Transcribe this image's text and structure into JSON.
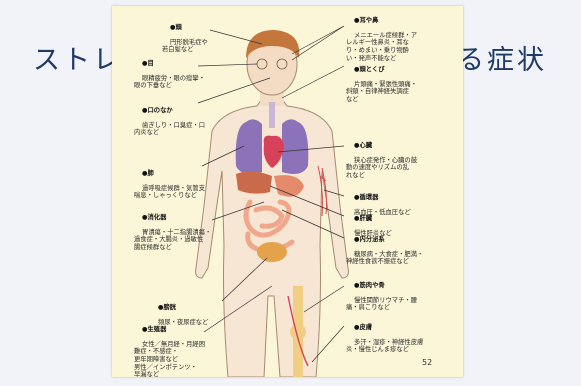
{
  "slide": {
    "title_left": "ストレ",
    "title_right": "る症状",
    "page_number": "52"
  },
  "labels": {
    "head": {
      "title": "●頭",
      "lines": "円形脱毛症や\n若白髪など"
    },
    "eyes": {
      "title": "●目",
      "lines": "眼精疲労・眼の痙攣・\n眼の下垂など"
    },
    "mouth": {
      "title": "●口のなか",
      "lines": "歯ぎしり・口臭症・口\n内炎など"
    },
    "lungs": {
      "title": "●肺",
      "lines": "過呼吸症候群・気管支\n喘息・しゃっくりなど"
    },
    "digestive": {
      "title": "●消化器",
      "lines": "胃潰瘍・十二指腸潰瘍・\n過食症・大腸炎・過敏性\n腸症候群など"
    },
    "bladder": {
      "title": "●膀胱",
      "lines": "頻尿・夜尿症など"
    },
    "genital": {
      "title": "●生殖器",
      "lines": "女性／無月経・月経困\n難症・不感症・\n更年期障害など\n男性／インポテンツ・\n早漏など"
    },
    "ear_nose": {
      "title": "●耳や鼻",
      "lines": "メニエール症候群・ア\nレルギー性鼻炎・耳な\nり・めまい・乗り物酔\nい・発声不能など"
    },
    "throat": {
      "title": "●頭とくび",
      "lines": "片頭痛・緊張性頭痛・\n斜頸・自律神経失調症\nなど"
    },
    "heart": {
      "title": "●心臓",
      "lines": "狭心症発作・心臓の鼓\n動の速度やリズムの乱\nれなど"
    },
    "vessels": {
      "title": "●循環器",
      "lines": "高血圧・低血圧など"
    },
    "liver": {
      "title": "●肝臓",
      "lines": "慢性肝炎など"
    },
    "endocrine": {
      "title": "●内分泌系",
      "lines": "糖尿病・大食症・肥満・\n神経性食欲不振症など"
    },
    "muscles": {
      "title": "●筋肉や骨",
      "lines": "慢性関節リウマチ・腰\n痛・肩こりなど"
    },
    "skin": {
      "title": "●皮膚",
      "lines": "多汗・湿疹・神経性皮膚\n炎・慢性じんま疹など"
    }
  },
  "colors": {
    "background": "#f1f3f8",
    "title": "#1f3a64",
    "paper": "#fbf6d8",
    "skin": "#f4dcc4",
    "hair": "#c4773c",
    "lung": "#8c72b8",
    "heart": "#d8415a",
    "intestine": "#f0a88c",
    "bone": "#f0cf84"
  }
}
